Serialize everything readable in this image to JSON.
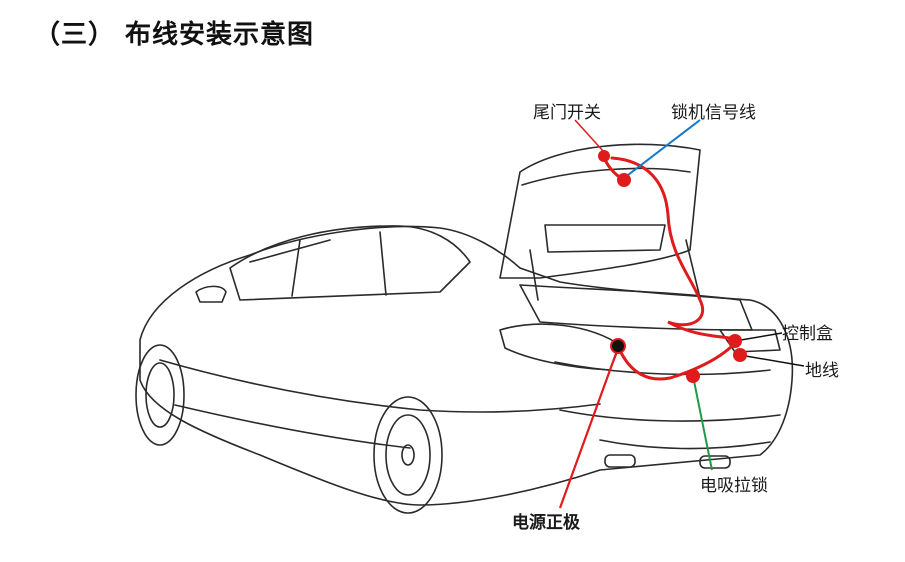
{
  "title": "（三） 布线安装示意图",
  "labels": {
    "tailgate_switch": "尾门开关",
    "lock_signal_wire": "锁机信号线",
    "control_box": "控制盒",
    "ground_wire": "地线",
    "power_positive": "电源正极",
    "electric_suction_lock": "电吸拉锁"
  },
  "colors": {
    "wire_main": "#e01b1b",
    "signal_leader": "#1478c8",
    "lock_leader": "#1f9a4a",
    "outline": "#2a2a2a"
  }
}
